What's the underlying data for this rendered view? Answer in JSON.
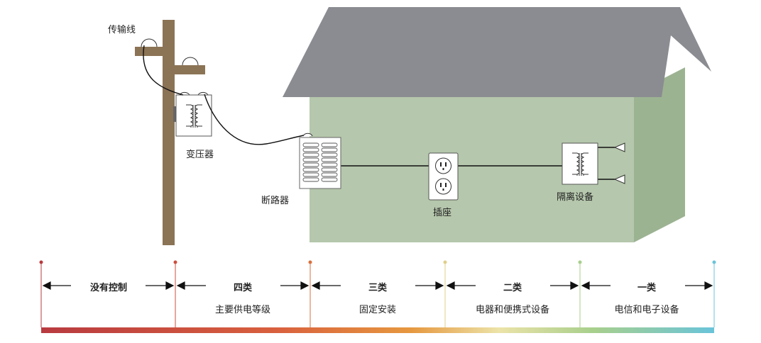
{
  "labels": {
    "transmission_line": "传输线",
    "transformer": "变压器",
    "breaker": "断路器",
    "outlet": "插座",
    "isolation": "隔离设备"
  },
  "categories": [
    {
      "title": "没有控制",
      "desc": ""
    },
    {
      "title": "四类",
      "desc": "主要供电等级"
    },
    {
      "title": "三类",
      "desc": "固定安装"
    },
    {
      "title": "二类",
      "desc": "电器和便携式设备"
    },
    {
      "title": "一类",
      "desc": "电信和电子设备"
    }
  ],
  "colors": {
    "roof": "#8a8c91",
    "wall": "#b5c7ac",
    "wall_side": "#9cb392",
    "pole": "#8b7355",
    "bar_gradient": [
      "#b83a3f",
      "#d9603e",
      "#e6983f",
      "#ece3a8",
      "#a8cf8c",
      "#69c4d9"
    ]
  }
}
